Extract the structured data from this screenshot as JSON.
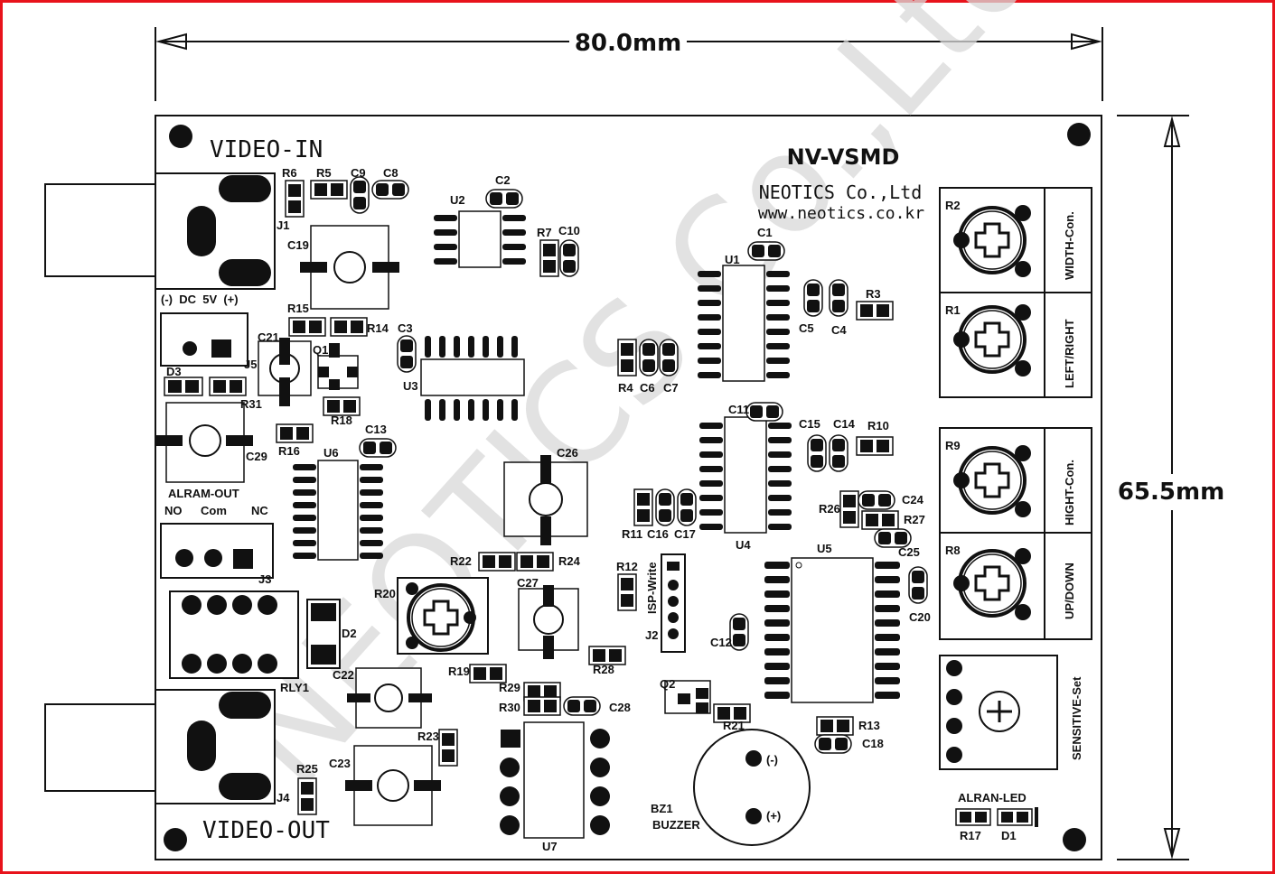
{
  "dimensions": {
    "width": "80.0mm",
    "height": "65.5mm"
  },
  "board": {
    "title": "NV-VSMD",
    "company": "NEOTICS Co.,Ltd",
    "website": "www.neotics.co.kr",
    "watermark": "NEOTICS Co.,Ltd"
  },
  "connectors": {
    "video_in": "VIDEO-IN",
    "video_out": "VIDEO-OUT",
    "dc": "(-)  DC  5V  (+)",
    "alarm_out": "ALRAM-OUT",
    "no": "NO",
    "com": "Com",
    "nc": "NC",
    "isp": "ISP-Write",
    "buzzer": "BUZZER",
    "bz1": "BZ1",
    "minus": "(-)",
    "plus": "(+)",
    "alarm_led": "ALRAN-LED"
  },
  "pots": {
    "width": "WIDTH-Con.",
    "leftright": "LEFT/RIGHT",
    "hight": "HIGHT-Con.",
    "updown": "UP/DOWN",
    "sensitive": "SENSITIVE-Set"
  },
  "refs": {
    "J1": "J1",
    "J2": "J2",
    "J3": "J3",
    "J4": "J4",
    "J5": "J5",
    "R1": "R1",
    "R2": "R2",
    "R3": "R3",
    "R4": "R4",
    "R5": "R5",
    "R6": "R6",
    "R7": "R7",
    "R8": "R8",
    "R9": "R9",
    "R10": "R10",
    "R11": "R11",
    "R12": "R12",
    "R13": "R13",
    "R14": "R14",
    "R15": "R15",
    "R16": "R16",
    "R17": "R17",
    "R18": "R18",
    "R19": "R19",
    "R20": "R20",
    "R21": "R21",
    "R22": "R22",
    "R23": "R23",
    "R24": "R24",
    "R25": "R25",
    "R26": "R26",
    "R27": "R27",
    "R28": "R28",
    "R29": "R29",
    "R30": "R30",
    "R31": "R31",
    "C1": "C1",
    "C2": "C2",
    "C3": "C3",
    "C4": "C4",
    "C5": "C5",
    "C6": "C6",
    "C7": "C7",
    "C8": "C8",
    "C9": "C9",
    "C10": "C10",
    "C11": "C11",
    "C12": "C12",
    "C13": "C13",
    "C14": "C14",
    "C15": "C15",
    "C16": "C16",
    "C17": "C17",
    "C18": "C18",
    "C19": "C19",
    "C20": "C20",
    "C21": "C21",
    "C22": "C22",
    "C23": "C23",
    "C24": "C24",
    "C25": "C25",
    "C26": "C26",
    "C27": "C27",
    "C28": "C28",
    "C29": "C29",
    "U1": "U1",
    "U2": "U2",
    "U3": "U3",
    "U4": "U4",
    "U5": "U5",
    "U6": "U6",
    "U7": "U7",
    "Q1": "Q1",
    "Q2": "Q2",
    "D1": "D1",
    "D2": "D2",
    "RLY1": "RLY1",
    "D3": "D3"
  }
}
